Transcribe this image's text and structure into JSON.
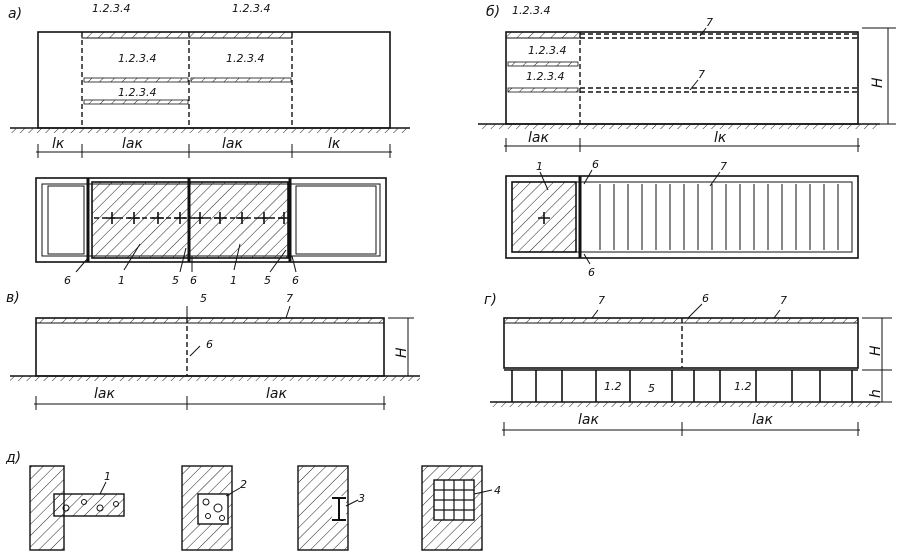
{
  "panels": {
    "a": "а)",
    "b": "б)",
    "v": "в)",
    "g": "г)",
    "d": "д)"
  },
  "labels": {
    "combo": "1.2.3.4",
    "n1": "1",
    "n2": "2",
    "n3": "3",
    "n4": "4",
    "n5": "5",
    "n6": "6",
    "n7": "7",
    "n12": "1.2",
    "H": "H",
    "h": "h"
  },
  "dims": {
    "lk": "lк",
    "lak": "lак"
  }
}
